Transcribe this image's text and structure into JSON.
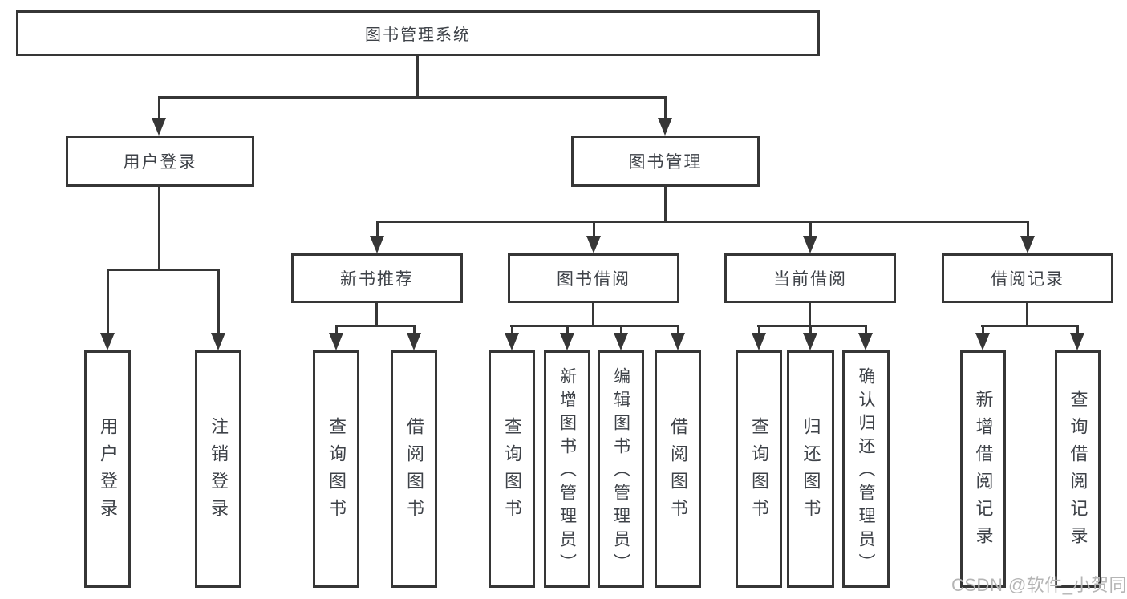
{
  "tree": {
    "label": "图书管理系统",
    "children": [
      {
        "label": "用户登录",
        "children": [
          {
            "label": "用户登录"
          },
          {
            "label": "注销登录"
          }
        ]
      },
      {
        "label": "图书管理",
        "children": [
          {
            "label": "新书推荐",
            "children": [
              {
                "label": "查询图书"
              },
              {
                "label": "借阅图书"
              }
            ]
          },
          {
            "label": "图书借阅",
            "children": [
              {
                "label": "查询图书"
              },
              {
                "label": "新增图书（管理员）"
              },
              {
                "label": "编辑图书（管理员）"
              },
              {
                "label": "借阅图书"
              }
            ]
          },
          {
            "label": "当前借阅",
            "children": [
              {
                "label": "查询图书"
              },
              {
                "label": "归还图书"
              },
              {
                "label": "确认归还（管理员）"
              }
            ]
          },
          {
            "label": "借阅记录",
            "children": [
              {
                "label": "新增借阅记录"
              },
              {
                "label": "查询借阅记录"
              }
            ]
          }
        ]
      }
    ]
  },
  "watermark": {
    "text": "CSDN @软件_小贺同学"
  },
  "colors": {
    "line": "#363636",
    "text": "#3e4248",
    "watermark": "#b5b5b5",
    "background": "#ffffff"
  }
}
